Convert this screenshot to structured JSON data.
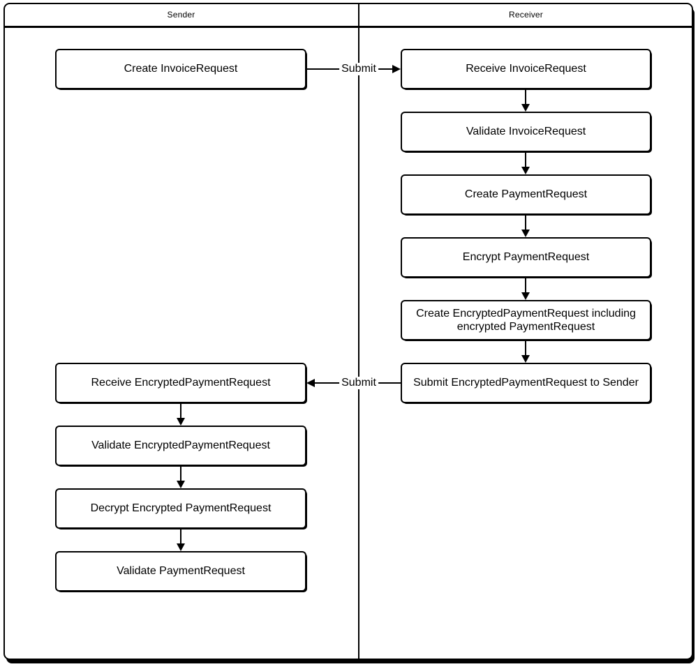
{
  "lanes": {
    "sender": {
      "title": "Sender"
    },
    "receiver": {
      "title": "Receiver"
    }
  },
  "sender_nodes": [
    {
      "label": "Create InvoiceRequest"
    },
    {
      "label": "Receive EncryptedPaymentRequest"
    },
    {
      "label": "Validate EncryptedPaymentRequest"
    },
    {
      "label": "Decrypt Encrypted PaymentRequest"
    },
    {
      "label": "Validate PaymentRequest"
    }
  ],
  "receiver_nodes": [
    {
      "label": "Receive InvoiceRequest"
    },
    {
      "label": "Validate InvoiceRequest"
    },
    {
      "label": "Create PaymentRequest"
    },
    {
      "label": "Encrypt PaymentRequest"
    },
    {
      "label": "Create EncryptedPaymentRequest including encrypted PaymentRequest"
    },
    {
      "label": "Submit EncryptedPaymentRequest to Sender"
    }
  ],
  "edges": {
    "submit_invoice_label": "Submit",
    "submit_payment_label": "Submit"
  },
  "colors": {
    "stroke": "#000000",
    "canvas": "#ffffff"
  }
}
